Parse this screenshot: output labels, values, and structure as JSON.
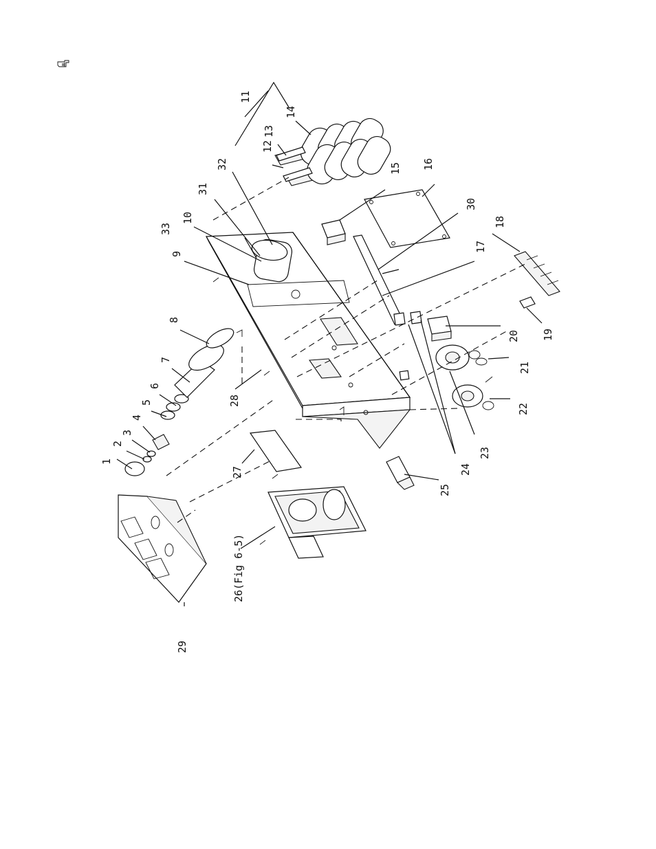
{
  "header": {
    "note_icon": "pointing-hand-icon"
  },
  "callouts": [
    {
      "id": "c1",
      "text": "1"
    },
    {
      "id": "c2",
      "text": "2"
    },
    {
      "id": "c3",
      "text": "3"
    },
    {
      "id": "c4",
      "text": "4"
    },
    {
      "id": "c5",
      "text": "5"
    },
    {
      "id": "c6",
      "text": "6"
    },
    {
      "id": "c7",
      "text": "7"
    },
    {
      "id": "c8",
      "text": "8"
    },
    {
      "id": "c9",
      "text": "9"
    },
    {
      "id": "c10",
      "text": "10"
    },
    {
      "id": "c11",
      "text": "11"
    },
    {
      "id": "c12",
      "text": "12"
    },
    {
      "id": "c13",
      "text": "13"
    },
    {
      "id": "c14",
      "text": "14"
    },
    {
      "id": "c15",
      "text": "15"
    },
    {
      "id": "c16",
      "text": "16"
    },
    {
      "id": "c17",
      "text": "17"
    },
    {
      "id": "c18",
      "text": "18"
    },
    {
      "id": "c19",
      "text": "19"
    },
    {
      "id": "c20",
      "text": "20"
    },
    {
      "id": "c21",
      "text": "21"
    },
    {
      "id": "c22",
      "text": "22"
    },
    {
      "id": "c23",
      "text": "23"
    },
    {
      "id": "c24",
      "text": "24"
    },
    {
      "id": "c25",
      "text": "25"
    },
    {
      "id": "c26",
      "text": "26(Fig 6-5)"
    },
    {
      "id": "c27",
      "text": "27"
    },
    {
      "id": "c28",
      "text": "28"
    },
    {
      "id": "c29",
      "text": "29"
    },
    {
      "id": "c30",
      "text": "30"
    },
    {
      "id": "c31",
      "text": "31"
    },
    {
      "id": "c32",
      "text": "32"
    },
    {
      "id": "c33",
      "text": "33"
    }
  ]
}
